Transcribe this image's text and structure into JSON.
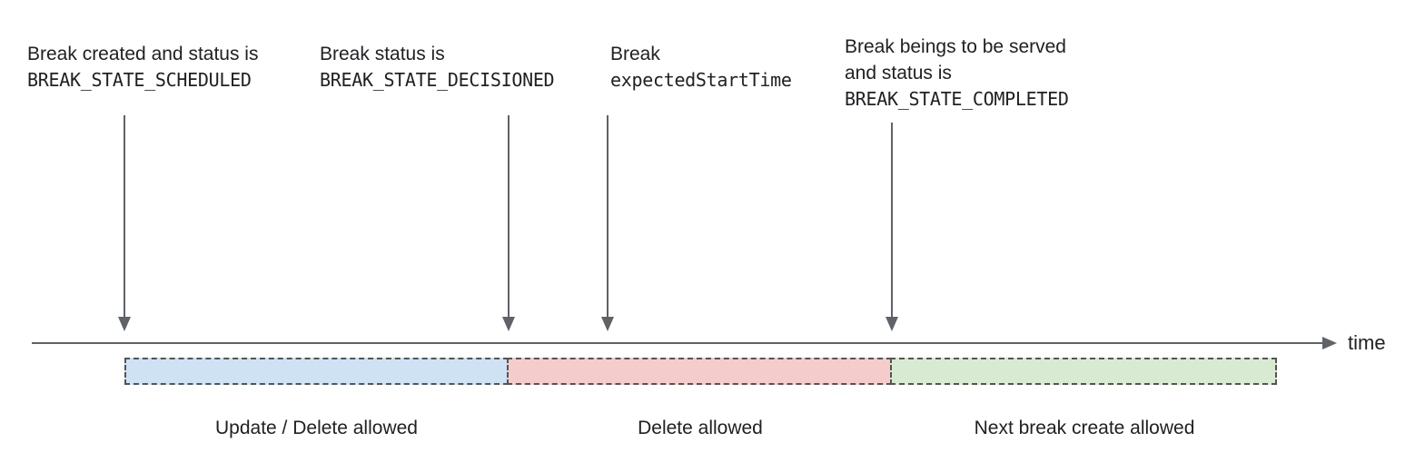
{
  "colors": {
    "arrow_gray": "#5f6368",
    "text": "#202124",
    "segment_border": "#545454",
    "segment_blue": "#cfe2f3",
    "segment_red": "#f4cccc",
    "segment_green": "#d9ead3"
  },
  "annotations": [
    {
      "lines": [
        {
          "text": "Break created and status is"
        },
        {
          "text": "BREAK_STATE_SCHEDULED",
          "mono": true
        }
      ]
    },
    {
      "lines": [
        {
          "text": "Break status is"
        },
        {
          "text": "BREAK_STATE_DECISIONED",
          "mono": true
        }
      ]
    },
    {
      "lines": [
        {
          "text": "Break"
        },
        {
          "text": "expectedStartTime",
          "mono": true
        }
      ]
    },
    {
      "lines": [
        {
          "text": "Break beings to be served"
        },
        {
          "text": "and status is"
        },
        {
          "text": "BREAK_STATE_COMPLETED",
          "mono": true
        }
      ]
    }
  ],
  "timeline": {
    "label": "time"
  },
  "segments": [
    {
      "label": "Update / Delete allowed",
      "color": "#cfe2f3"
    },
    {
      "label": "Delete allowed",
      "color": "#f4cccc"
    },
    {
      "label": "Next break create allowed",
      "color": "#d9ead3"
    }
  ]
}
